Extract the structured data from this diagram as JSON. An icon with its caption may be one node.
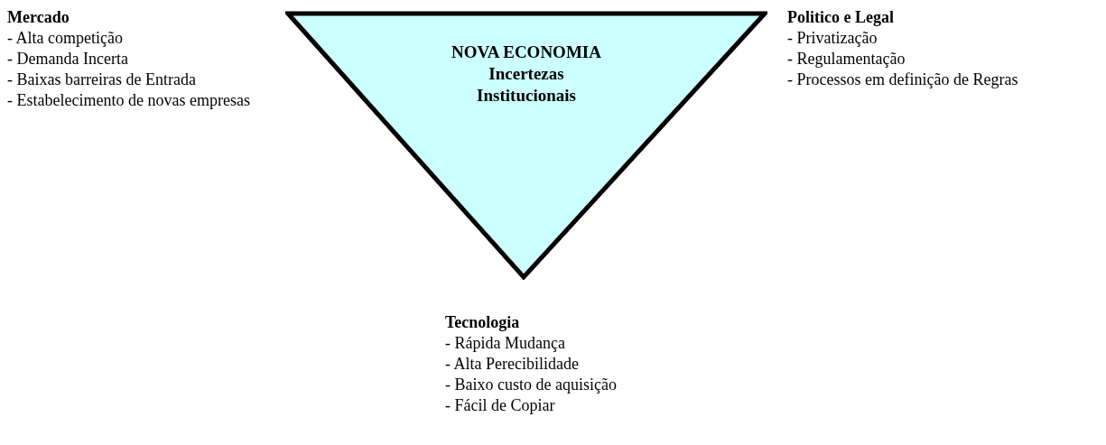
{
  "diagram": {
    "nodes": [
      {
        "text": [
          "NOVA ECONOMIA",
          "Incertezas Institucionais"
        ]
      }
    ],
    "labels": [
      "Mercado",
      "- Alta competição",
      "- Demanda Incerta",
      "- Baixas barreiras de Entrada",
      "- Estabelecimento de novas empresas",
      "Politico e Legal",
      "- Privatização",
      "- Regulamentação",
      "- Processos em definição de Regras",
      "Tecnologia",
      "- Rápida Mudança",
      "- Alta Perecibilidade",
      "- Baixo custo de aquisição",
      "- Fácil de Copiar"
    ]
  }
}
